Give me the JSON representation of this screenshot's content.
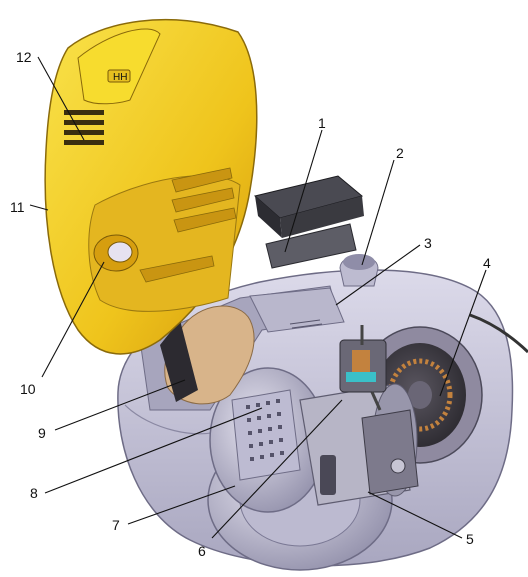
{
  "diagram": {
    "callouts": [
      {
        "id": "1",
        "label": "1"
      },
      {
        "id": "2",
        "label": "2"
      },
      {
        "id": "3",
        "label": "3"
      },
      {
        "id": "4",
        "label": "4"
      },
      {
        "id": "5",
        "label": "5"
      },
      {
        "id": "6",
        "label": "6"
      },
      {
        "id": "7",
        "label": "7"
      },
      {
        "id": "8",
        "label": "8"
      },
      {
        "id": "9",
        "label": "9"
      },
      {
        "id": "10",
        "label": "10"
      },
      {
        "id": "11",
        "label": "11"
      },
      {
        "id": "12",
        "label": "12"
      }
    ]
  },
  "colors": {
    "lid": "#f3d321",
    "lid_shade": "#d9a60f",
    "body": "#c8c6da",
    "body_dark": "#9593ad",
    "filter": "#3a3a40",
    "copper": "#c3823e",
    "paper": "#d8b48a"
  }
}
